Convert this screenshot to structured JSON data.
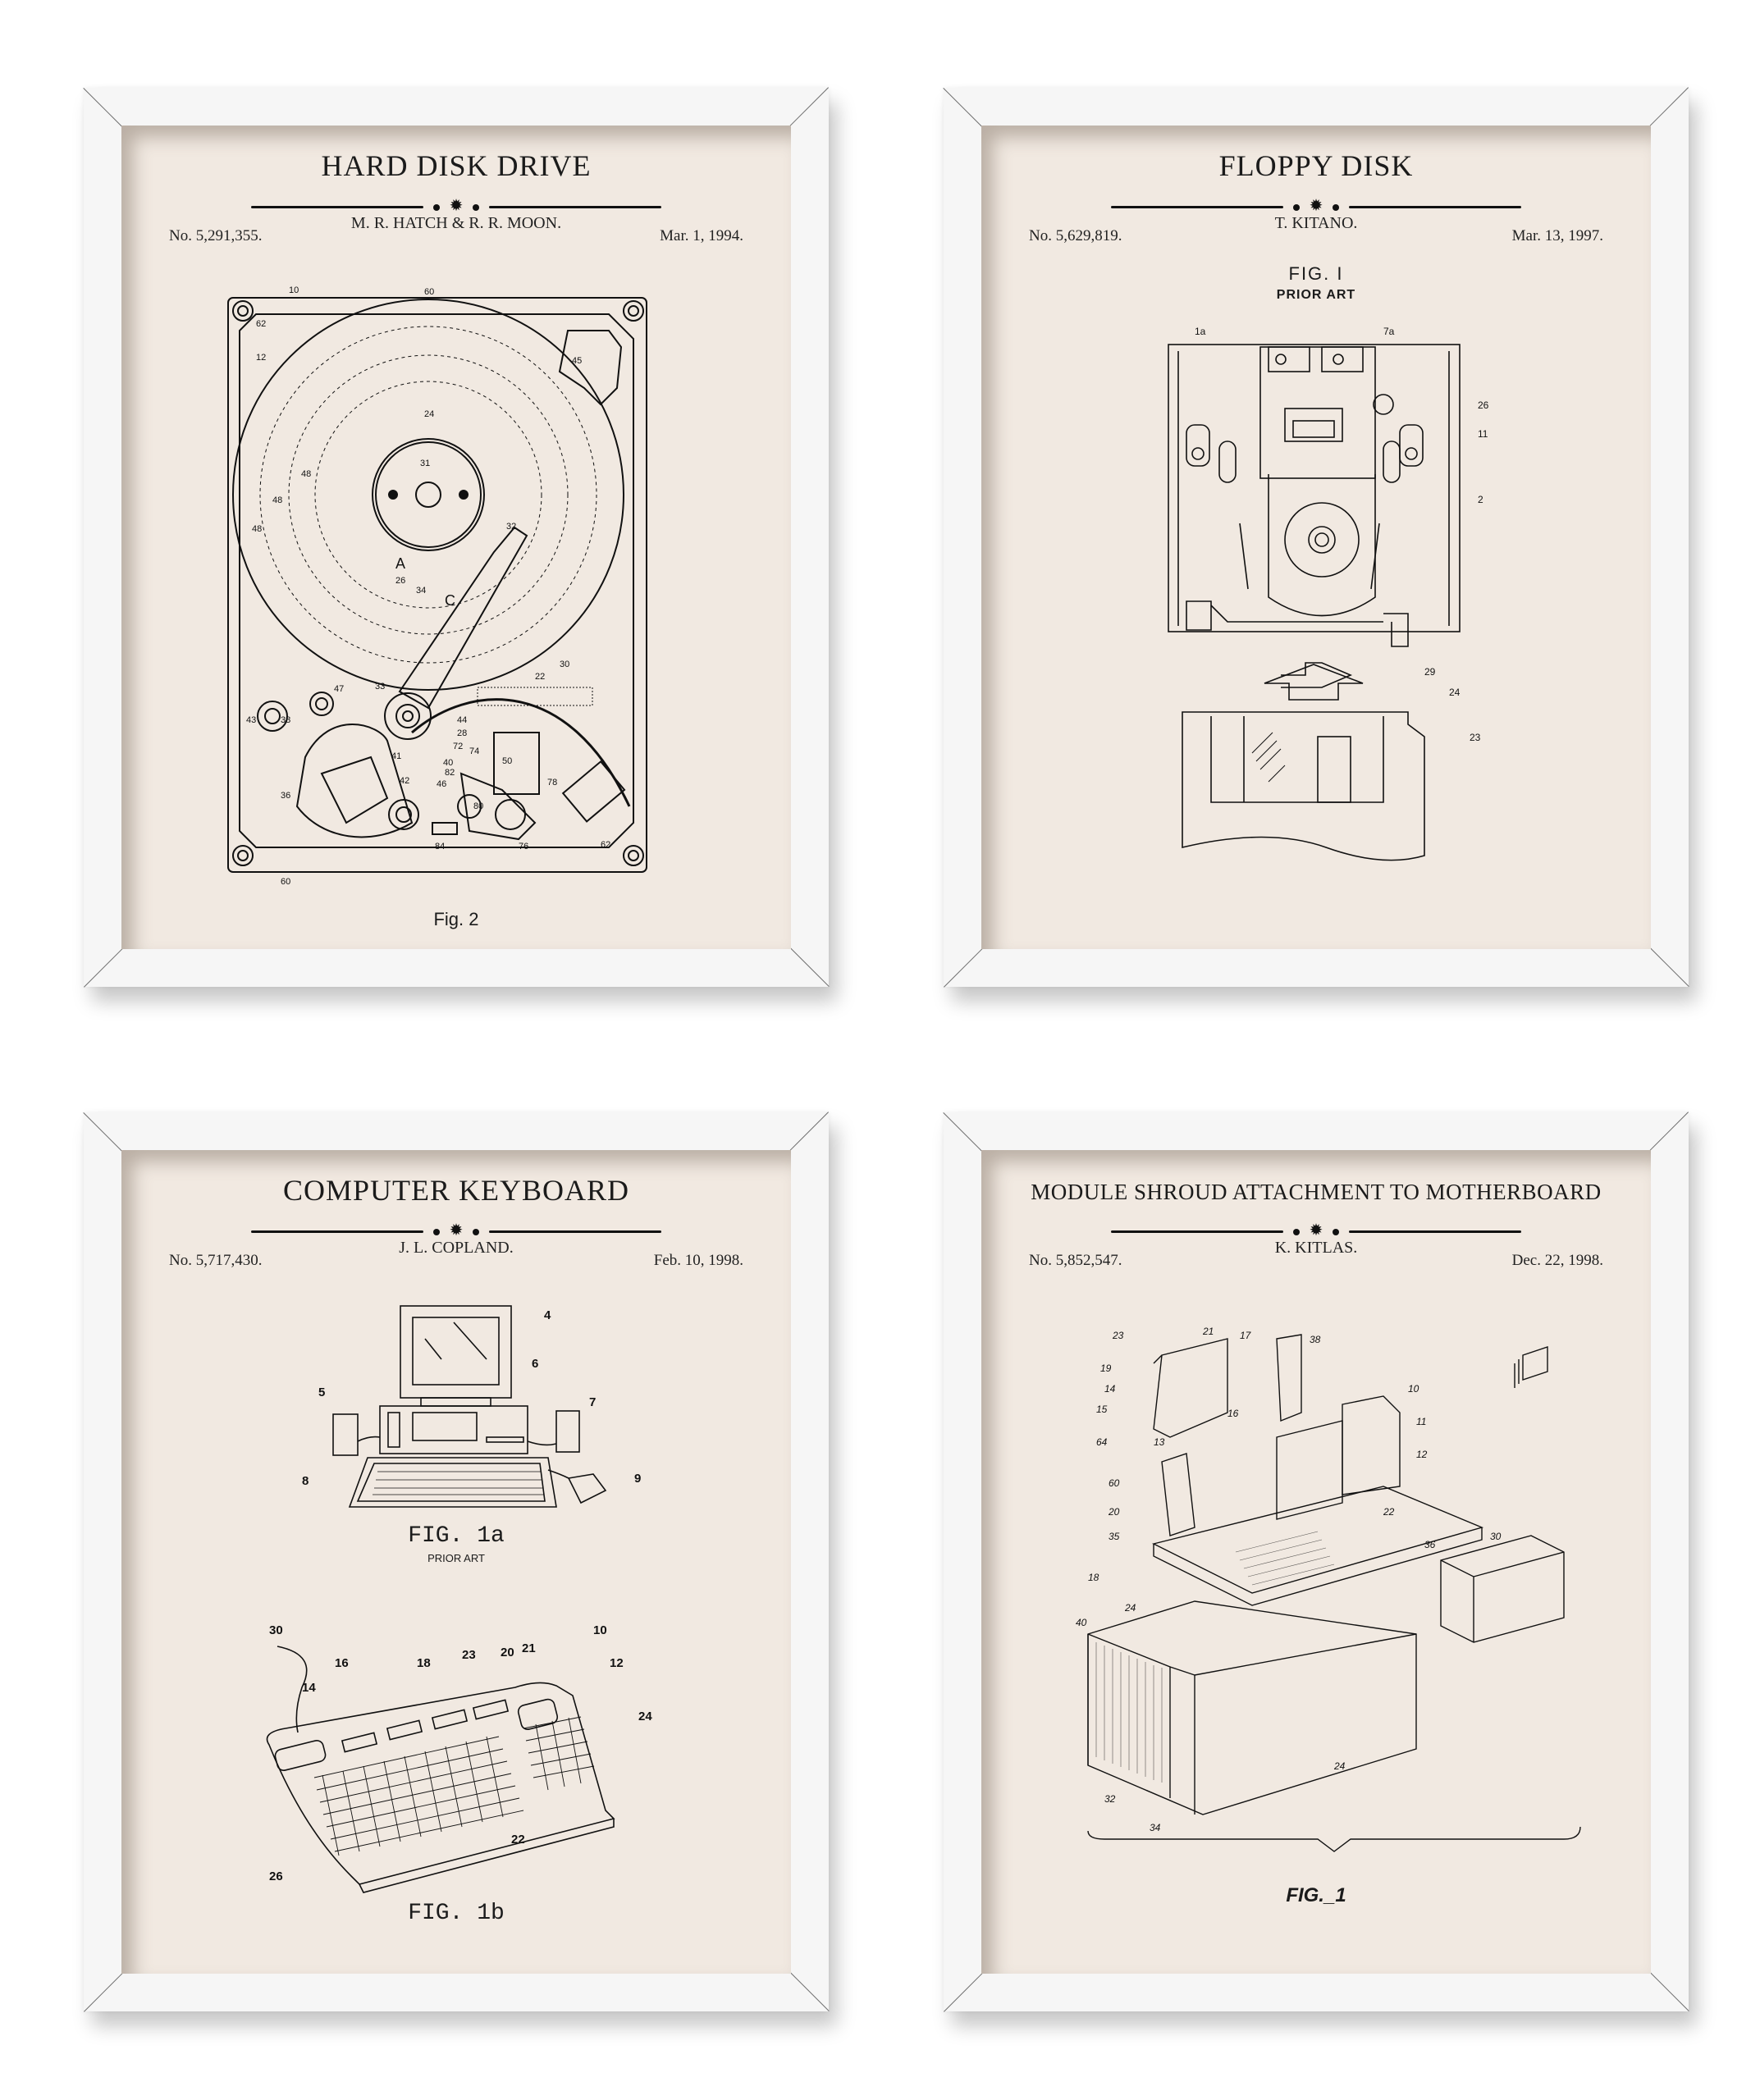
{
  "prints": [
    {
      "title": "HARD DISK DRIVE",
      "inventor": "M. R. HATCH & R. R. MOON.",
      "patent_no": "No. 5,291,355.",
      "date": "Mar. 1, 1994.",
      "figure_caption": "Fig. 2",
      "figure_subcaption": "",
      "reference_labels": [
        "10",
        "60",
        "62",
        "12",
        "45",
        "24",
        "31",
        "48",
        "48",
        "48",
        "32",
        "A",
        "26",
        "34",
        "C",
        "30",
        "22",
        "47",
        "33",
        "43",
        "38",
        "44",
        "28",
        "72",
        "40",
        "74",
        "50",
        "82",
        "41",
        "46",
        "42",
        "78",
        "36",
        "80",
        "84",
        "76",
        "62",
        "60"
      ]
    },
    {
      "title": "FLOPPY DISK",
      "inventor": "T. KITANO.",
      "patent_no": "No. 5,629,819.",
      "date": "Mar. 13, 1997.",
      "figure_caption": "FIG. I",
      "figure_subcaption": "PRIOR ART",
      "reference_labels": [
        "1a",
        "7a",
        "26",
        "11",
        "2",
        "29",
        "24",
        "23"
      ]
    },
    {
      "title": "COMPUTER KEYBOARD",
      "inventor": "J. L. COPLAND.",
      "patent_no": "No. 5,717,430.",
      "date": "Feb. 10, 1998.",
      "figure_caption": "FIG.  1a",
      "figure_subcaption": "PRIOR ART",
      "figure2_caption": "FIG.  1b",
      "reference_labels_1a": [
        "4",
        "5",
        "6",
        "7",
        "8",
        "9"
      ],
      "reference_labels_1b": [
        "30",
        "10",
        "23",
        "20",
        "21",
        "16",
        "18",
        "12",
        "14",
        "24",
        "22",
        "26"
      ]
    },
    {
      "title": "MODULE SHROUD ATTACHMENT TO MOTHERBOARD",
      "inventor": "K. KITLAS.",
      "patent_no": "No. 5,852,547.",
      "date": "Dec. 22, 1998.",
      "figure_caption": "FIG._1",
      "figure_subcaption": "",
      "reference_labels": [
        "23",
        "21",
        "17",
        "38",
        "19",
        "14",
        "15",
        "16",
        "10",
        "11",
        "64",
        "13",
        "12",
        "60",
        "22",
        "20",
        "35",
        "36",
        "30",
        "18",
        "24",
        "40",
        "24",
        "32",
        "34"
      ]
    }
  ],
  "colors": {
    "frame": "#f6f6f6",
    "paper": "#f1e9e1",
    "ink": "#111111",
    "background": "#ffffff"
  }
}
